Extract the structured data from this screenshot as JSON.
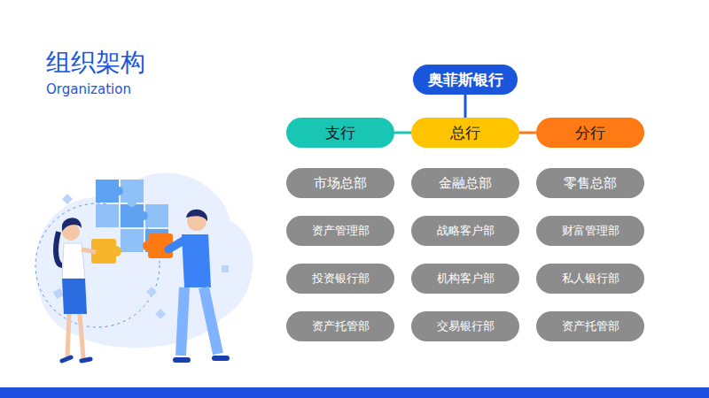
{
  "diagram": {
    "title": "组织架构",
    "nodes": [
      {
        "text": [
          "奥菲斯银行"
        ]
      },
      {
        "text": [
          "支行"
        ]
      },
      {
        "text": [
          "总行"
        ]
      },
      {
        "text": [
          "分行"
        ]
      },
      {
        "text": [
          "市场总部"
        ]
      },
      {
        "text": [
          "资产管理部"
        ]
      },
      {
        "text": [
          "投资银行部"
        ]
      },
      {
        "text": [
          "资产托管部"
        ]
      },
      {
        "text": [
          "金融总部"
        ]
      },
      {
        "text": [
          "战略客户部"
        ]
      },
      {
        "text": [
          "机构客户部"
        ]
      },
      {
        "text": [
          "交易银行部"
        ]
      },
      {
        "text": [
          "零售总部"
        ]
      },
      {
        "text": [
          "财富管理部"
        ]
      },
      {
        "text": [
          "私人银行部"
        ]
      },
      {
        "text": [
          "资产托管部"
        ]
      }
    ],
    "edges": [
      {
        "from": 0,
        "to": 2,
        "arrow": "none"
      },
      {
        "from": 1,
        "to": 2,
        "arrow": "none"
      },
      {
        "from": 2,
        "to": 3,
        "arrow": "none"
      }
    ],
    "labels": [
      "Organization"
    ]
  }
}
